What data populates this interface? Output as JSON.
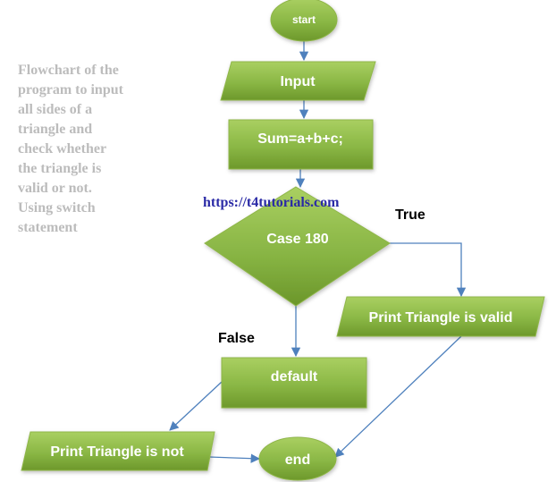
{
  "caption": [
    "Flowchart of the",
    "program to input",
    "all sides of a",
    "triangle and",
    "check whether",
    "the triangle is",
    "valid or not.",
    "Using switch",
    "statement"
  ],
  "watermark_url": "https://t4tutorials.com",
  "nodes": {
    "start": "start",
    "input": "Input",
    "sum": "Sum=a+b+c;",
    "decision": "Case 180",
    "print_valid": "Print Triangle is valid",
    "default": "default",
    "print_not": "Print Triangle is not",
    "end": "end"
  },
  "edge_labels": {
    "true": "True",
    "false": "False"
  },
  "colors": {
    "node_fill_light": "#a6cc5e",
    "node_fill_dark": "#6f9a2c",
    "node_stroke": "#8fb64a",
    "connector": "#4f81bd",
    "caption_text": "#bcbcbc",
    "url_text": "#2a2aa6"
  }
}
